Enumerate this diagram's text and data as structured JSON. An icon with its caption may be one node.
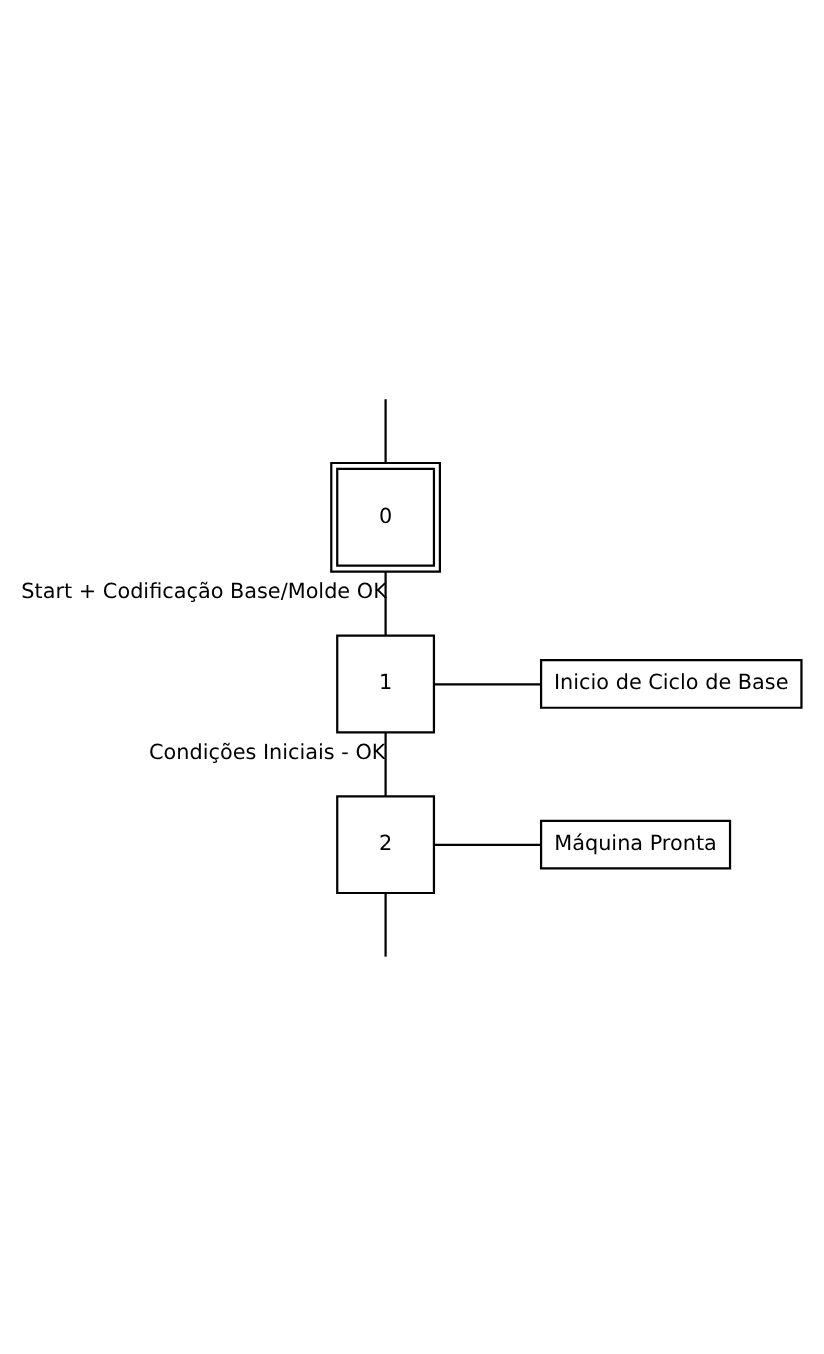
{
  "diagram": {
    "nodes": [
      {
        "text": [
          "0"
        ]
      },
      {
        "text": [
          "1"
        ]
      },
      {
        "text": [
          "Inicio de Ciclo de Base"
        ]
      },
      {
        "text": [
          "2"
        ]
      },
      {
        "text": [
          "Máquina Pronta"
        ]
      }
    ],
    "edges": [
      {
        "from": null,
        "to": 0,
        "arrow": "none"
      },
      {
        "from": 0,
        "to": 1,
        "arrow": "none",
        "label": "Start + Codificação Base/Molde OK"
      },
      {
        "from": 1,
        "to": 2,
        "arrow": "none"
      },
      {
        "from": 1,
        "to": 3,
        "arrow": "none",
        "label": "Condições Iniciais - OK"
      },
      {
        "from": 3,
        "to": 4,
        "arrow": "none"
      },
      {
        "from": 3,
        "to": null,
        "arrow": "none"
      }
    ]
  }
}
